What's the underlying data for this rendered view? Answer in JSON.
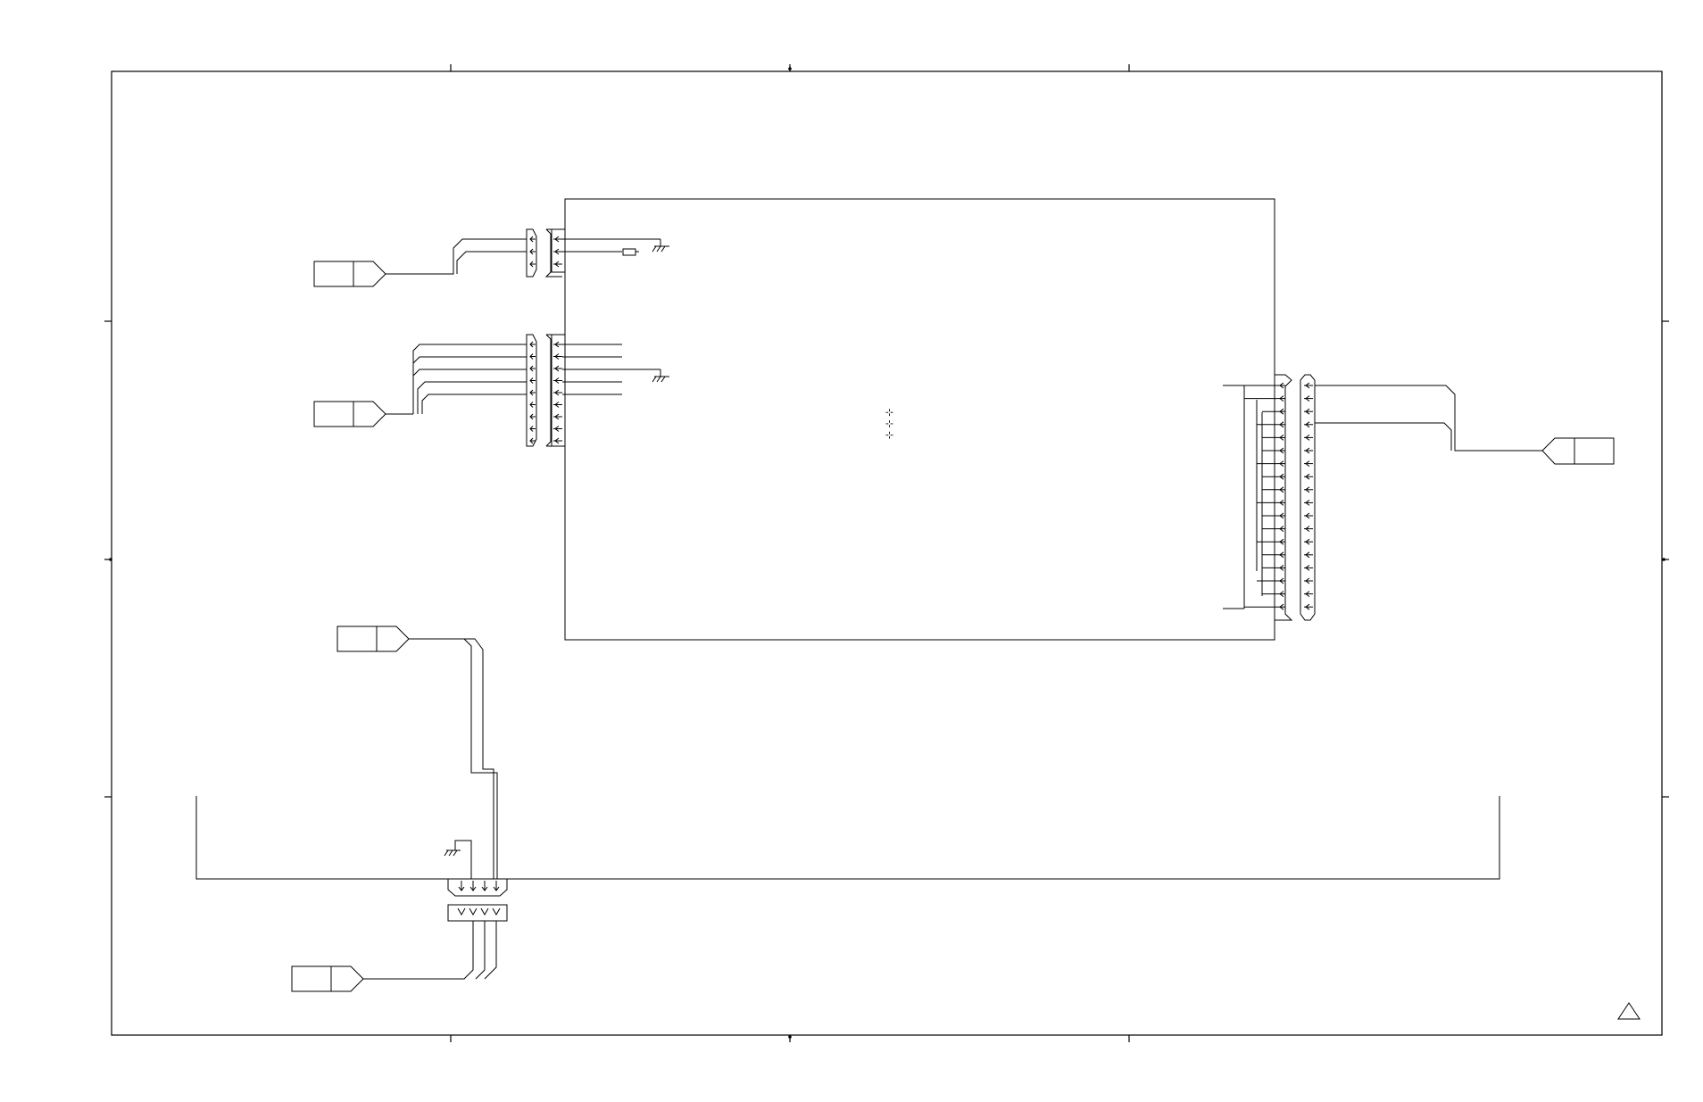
{
  "sheet": {
    "stroke_color": "#000000",
    "background_color": "#ffffff"
  },
  "main_board": {
    "label": "⊹ ⊹ ⊹"
  },
  "connectors": [
    {
      "id": "left-top",
      "pins": 4
    },
    {
      "id": "left-middle",
      "pins": 10
    },
    {
      "id": "right",
      "pins": 18
    },
    {
      "id": "bottom",
      "pins": 4
    }
  ],
  "off_page_refs": [
    {
      "id": "ref-top-left",
      "icon": "off-page-connector-icon"
    },
    {
      "id": "ref-middle-left",
      "icon": "off-page-connector-icon"
    },
    {
      "id": "ref-right",
      "icon": "off-page-connector-icon"
    },
    {
      "id": "ref-lower-left",
      "icon": "off-page-connector-icon"
    },
    {
      "id": "ref-bottom-left",
      "icon": "off-page-connector-icon"
    }
  ],
  "symbols": {
    "ground_icon": "ground-icon",
    "fuse_icon": "fuse-icon",
    "warning_icon": "warning-triangle-icon"
  }
}
